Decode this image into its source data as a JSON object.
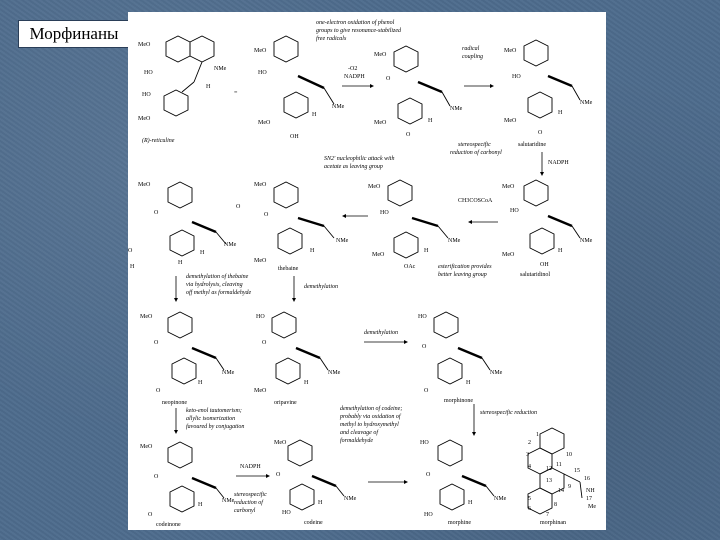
{
  "slide_title": "Морфинаны",
  "groups": {
    "MeO": "MeO",
    "HO": "HO",
    "NMe": "NMe",
    "NH": "NH",
    "H": "H",
    "O": "O",
    "OH": "OH",
    "OAc": "OAc",
    "eq": "=",
    "O2": "-O2",
    "nadph": "NADPH",
    "ch3cosca": "CH3COSCoA",
    "me": "Me"
  },
  "compounds": {
    "reticuline": "(R)-reticuline",
    "salutaridine": "salutaridine",
    "salutaridinol": "salutaridinol",
    "thebaine": "thebaine",
    "neopinone": "neopinone",
    "oripavine": "oripavine",
    "morphinone": "morphinone",
    "codeinone": "codeinone",
    "codeine": "codeine",
    "morphine": "morphine",
    "morphinan": "morphinan"
  },
  "notes": {
    "oxidation": [
      "one-electron oxidation of phenol",
      "groups to give resonance-stabilized",
      "free radicals"
    ],
    "coupling": [
      "radical",
      "coupling"
    ],
    "reduction": [
      "stereospecific",
      "reduction of carbonyl"
    ],
    "sn2": [
      "SN2' nucleophilic attack with",
      "acetate as leaving group"
    ],
    "esterification": [
      "esterification provides",
      "better leaving group"
    ],
    "demethylation_thebaine": [
      "demethylation of thebaine",
      "via hydrolysis, cleaving",
      "off methyl as formaldehyde"
    ],
    "demethylation": [
      "demethylation"
    ],
    "demethylation2": [
      "demethylation"
    ],
    "tautomerism": [
      "keto-enol tautomerism;",
      "allylic isomerization",
      "favoured by conjugation"
    ],
    "demethylation_codeine": [
      "demethylation of codeine;",
      "probably via oxidation of",
      "methyl to hydroxymethyl",
      "and cleavage of",
      "formaldehyde"
    ],
    "stereo_reduction": [
      "stereospecific reduction"
    ],
    "stereo_reduction2": [
      "stereospecific",
      "reduction of",
      "carbonyl"
    ]
  },
  "morphinan_numbers": [
    "1",
    "2",
    "3",
    "4",
    "5",
    "6",
    "7",
    "8",
    "9",
    "10",
    "11",
    "12",
    "13",
    "14",
    "15",
    "16",
    "17"
  ]
}
